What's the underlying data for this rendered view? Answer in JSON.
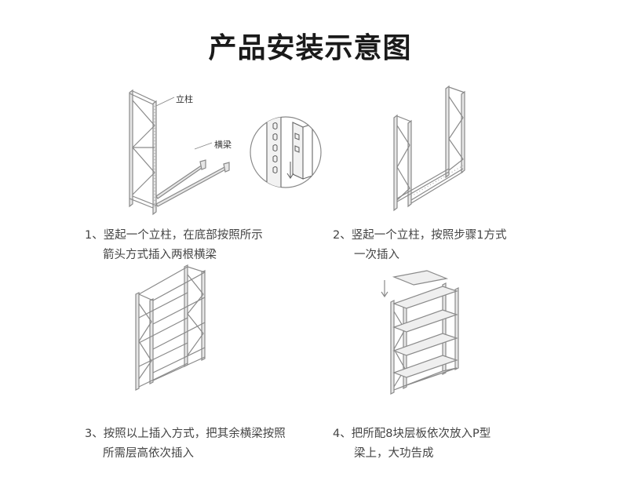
{
  "title": "产品安装示意图",
  "callouts": {
    "upright": "立柱",
    "beam": "横梁"
  },
  "steps": [
    {
      "lines": [
        "1、竖起一个立柱，在底部按照所示",
        "箭头方式插入两根横梁"
      ]
    },
    {
      "lines": [
        "2、竖起一个立柱，按照步骤1方式",
        "一次插入"
      ]
    },
    {
      "lines": [
        "3、按照以上插入方式，把其余横梁按照",
        "所需层高依次插入"
      ]
    },
    {
      "lines": [
        "4、把所配8块层板依次放入P型",
        "梁上，大功告成"
      ]
    }
  ],
  "colors": {
    "line": "#8a8a8a",
    "fill": "#e6e6e6",
    "panel": "#efefef",
    "text": "#444444"
  }
}
